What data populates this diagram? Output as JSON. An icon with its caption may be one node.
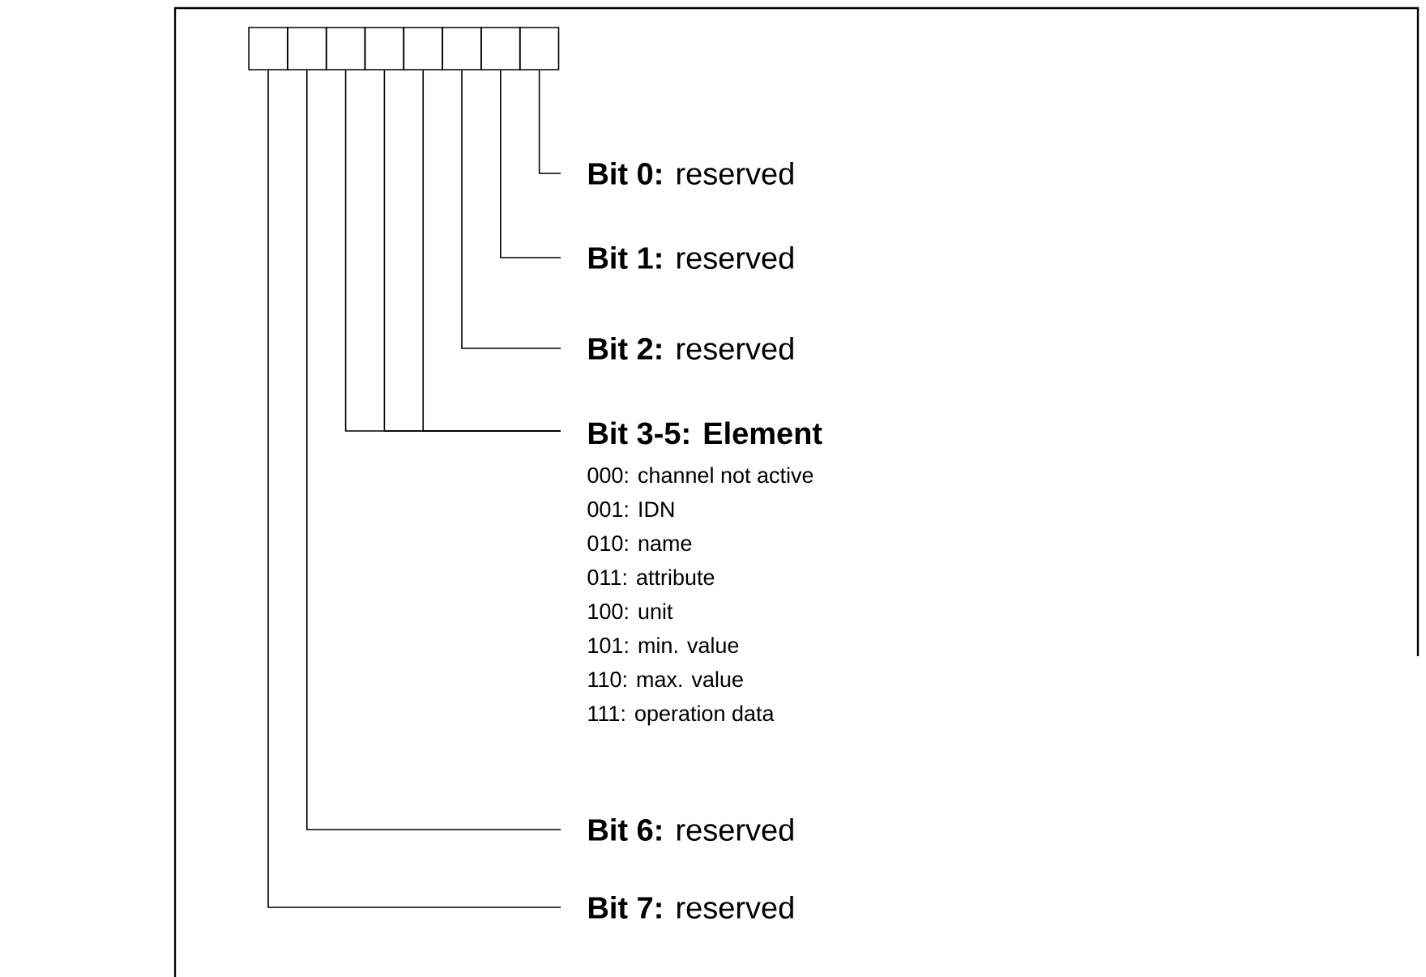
{
  "diagram": {
    "nodes": [
      {
        "text": [],
        "shape": "box"
      },
      {
        "text": [],
        "shape": "box"
      },
      {
        "text": [],
        "shape": "box"
      },
      {
        "text": [],
        "shape": "box"
      },
      {
        "text": [],
        "shape": "box"
      },
      {
        "text": [],
        "shape": "box"
      },
      {
        "text": [],
        "shape": "box"
      },
      {
        "text": [],
        "shape": "box"
      },
      {
        "text": [
          "**Bit 0:** reserved"
        ]
      },
      {
        "text": [
          "**Bit 1:** reserved"
        ]
      },
      {
        "text": [
          "**Bit 2:** reserved"
        ]
      },
      {
        "text": [
          "Bit 3-5: Element",
          "000: channel not active",
          "001: IDN",
          "010: name",
          "011: attribute",
          "100: unit",
          "101: min. value",
          "110: max. value",
          "111: operation data"
        ]
      },
      {
        "text": [
          "**Bit 6:** reserved"
        ]
      },
      {
        "text": [
          "**Bit 7:** reserved"
        ]
      }
    ],
    "edges": [
      {
        "from": 7,
        "to": 8,
        "arrow": "none"
      },
      {
        "from": 6,
        "to": 9,
        "arrow": "none"
      },
      {
        "from": 5,
        "to": 10,
        "arrow": "none"
      },
      {
        "from": 4,
        "to": 11,
        "arrow": "none"
      },
      {
        "from": 3,
        "to": 11,
        "arrow": "none"
      },
      {
        "from": 2,
        "to": 11,
        "arrow": "none"
      },
      {
        "from": 1,
        "to": 12,
        "arrow": "none"
      },
      {
        "from": 0,
        "to": 13,
        "arrow": "none"
      }
    ]
  }
}
